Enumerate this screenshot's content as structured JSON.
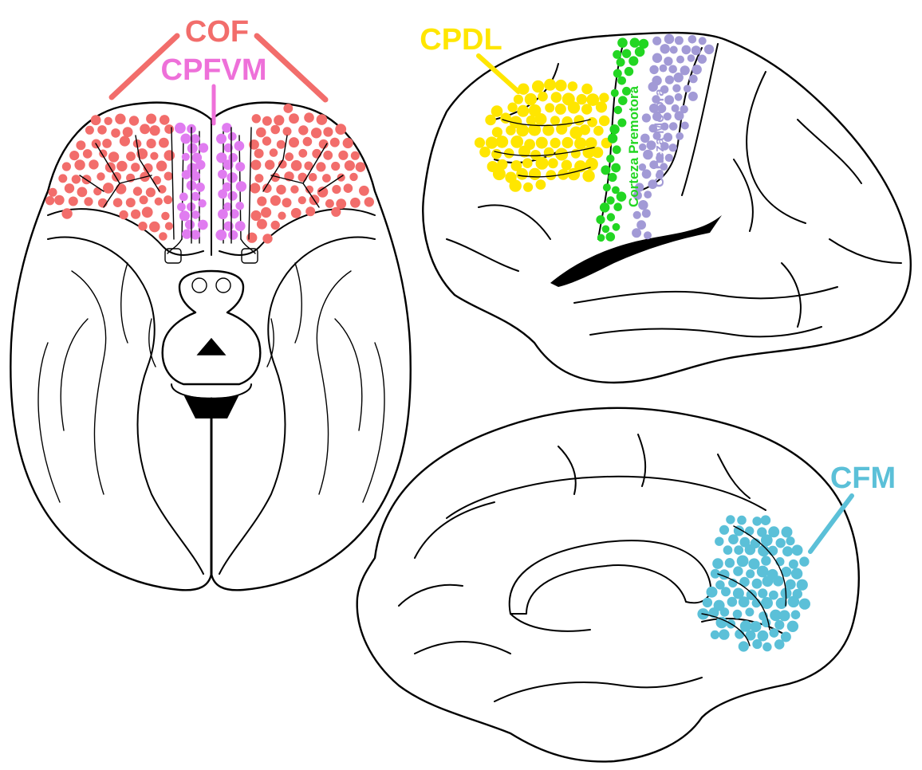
{
  "labels": {
    "cof": "COF",
    "cpfvm": "CPFVM",
    "cpdl": "CPDL",
    "premotor": "Corteza Premotora",
    "motor": "Corteza Motora",
    "cfm": "CFM"
  },
  "colors": {
    "cof": "#f26d6b",
    "cpfvm": "#ee70d9",
    "cpfvm_dots": "#e07cf0",
    "cpdl": "#ffe600",
    "premotor": "#22d622",
    "motor": "#a29ad6",
    "cfm": "#5bc0d8",
    "outline": "#000000"
  }
}
